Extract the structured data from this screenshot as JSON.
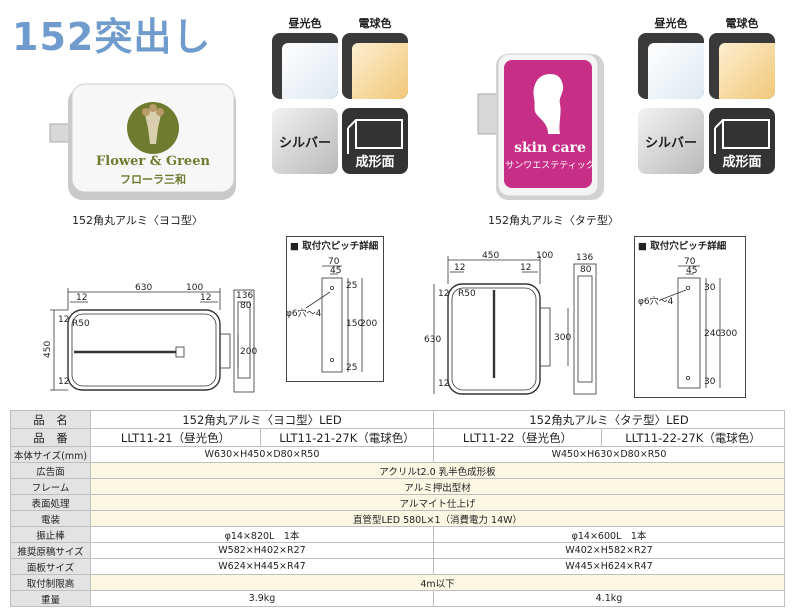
{
  "page_title": "152突出し",
  "swatch_labels": {
    "daylight": "昼光色",
    "bulb": "電球色",
    "silver": "シルバー",
    "formed": "成形面"
  },
  "product_left": {
    "sign_title": "Flower & Green",
    "sign_subtitle": "フローラ三和",
    "caption": "152角丸アルミ〈ヨコ型〉"
  },
  "product_right": {
    "sign_title": "skin care",
    "sign_subtitle": "サンワエステティック",
    "caption": "152角丸アルミ〈タテ型〉"
  },
  "pitch_title": "■ 取付穴ピッチ詳細",
  "drawing_left": {
    "w_total": "630",
    "w_depth_top": "100",
    "side_w": "136",
    "side_inner": "80",
    "offset_l": "12",
    "offset_r": "12",
    "radius": "R50",
    "h_total": "450",
    "h_top": "12",
    "h_bottom": "12",
    "bracket_h": "200"
  },
  "pitch_left": {
    "w": "70",
    "hole_off": "45",
    "hole": "φ6穴〜4",
    "d1": "25",
    "d2": "150",
    "d3": "200",
    "d4": "25"
  },
  "drawing_right": {
    "w_total": "450",
    "w_depth_top": "100",
    "side_w": "136",
    "side_inner": "80",
    "offset_l": "12",
    "offset_r": "12",
    "radius": "R50",
    "h_total": "630",
    "h_top": "12",
    "h_bottom": "12",
    "bracket_h": "300"
  },
  "pitch_right": {
    "w": "70",
    "hole_off": "45",
    "hole": "φ6穴〜4",
    "d1": "30",
    "d2": "240",
    "d3": "300",
    "d4": "30"
  },
  "spec_table": {
    "row_name": {
      "label": "品　名",
      "left": "152角丸アルミ〈ヨコ型〉LED",
      "right": "152角丸アルミ〈タテ型〉LED"
    },
    "row_code": {
      "label": "品　番",
      "c1": "LLT11-21（昼光色）",
      "c2": "LLT11-21-27K（電球色）",
      "c3": "LLT11-22（昼光色）",
      "c4": "LLT11-22-27K（電球色）"
    },
    "row_size": {
      "label": "本体サイズ(mm)",
      "left": "W630×H450×D80×R50",
      "right": "W450×H630×D80×R50"
    },
    "row_face": {
      "label": "広告面",
      "value": "アクリルt2.0 乳半色成形板"
    },
    "row_frame": {
      "label": "フレーム",
      "value": "アルミ押出型材"
    },
    "row_surface": {
      "label": "表面処理",
      "value": "アルマイト仕上げ"
    },
    "row_elec": {
      "label": "電装",
      "value": "直管型LED 580L×1（消費電力 14W）"
    },
    "row_swing": {
      "label": "振止棒",
      "left": "φ14×820L　1本",
      "right": "φ14×600L　1本"
    },
    "row_rec": {
      "label": "推奨原稿サイズ",
      "left": "W582×H402×R27",
      "right": "W402×H582×R27"
    },
    "row_panel": {
      "label": "面板サイズ",
      "left": "W624×H445×R47",
      "right": "W445×H624×R47"
    },
    "row_height": {
      "label": "取付制限高",
      "value": "4m以下"
    },
    "row_weight": {
      "label": "重量",
      "left": "3.9kg",
      "right": "4.1kg"
    }
  },
  "colors": {
    "title": "#6f9ccc",
    "magenta": "#c72f86",
    "olive": "#6f7b2f",
    "table_yellow": "#fbf7e3"
  }
}
